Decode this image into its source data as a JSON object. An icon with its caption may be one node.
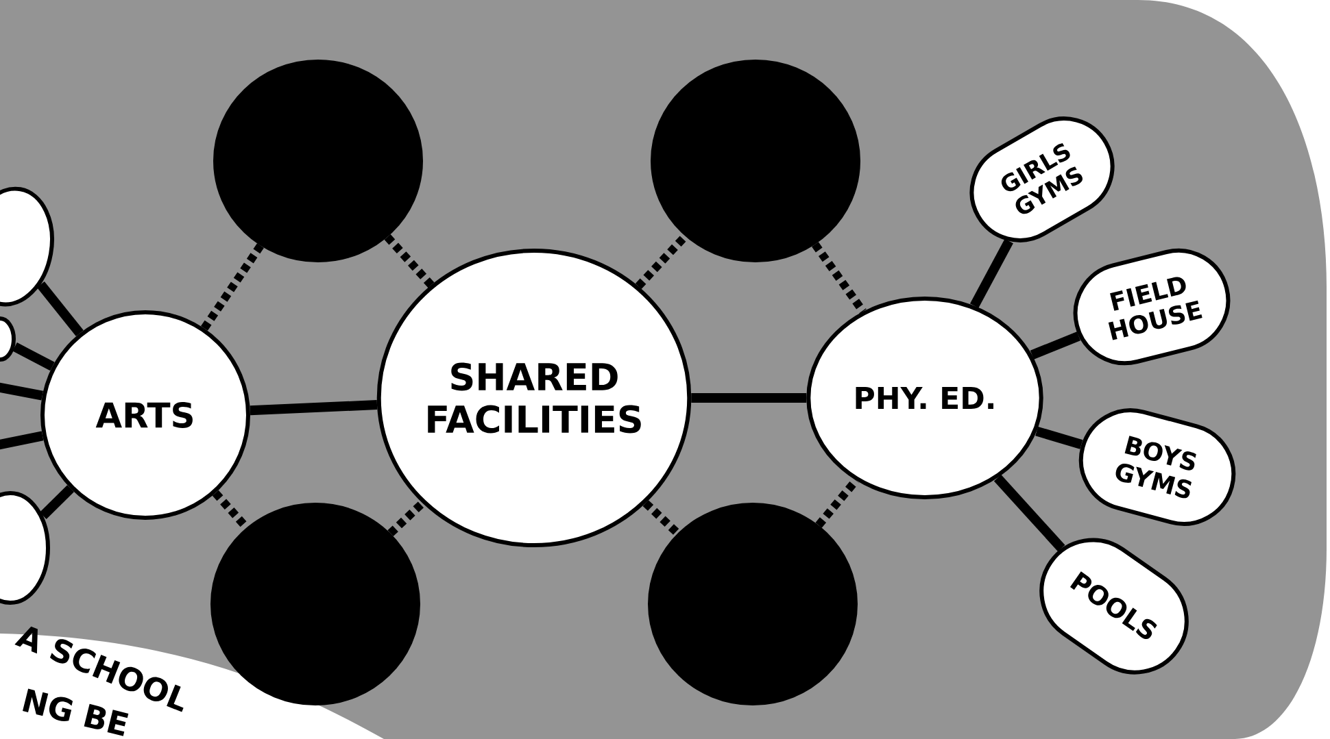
{
  "diagram": {
    "nodes": [
      {
        "text": [
          "ARTS"
        ]
      },
      {
        "text": [
          "SHARED FACILITIES"
        ]
      },
      {
        "text": [
          "PHY. ED."
        ]
      },
      {
        "text": [
          "GIRLS GYMS"
        ]
      },
      {
        "text": [
          "FIELD HOUSE"
        ]
      },
      {
        "text": [
          "BOYS GYMS"
        ]
      },
      {
        "text": [
          "POOLS"
        ]
      },
      {
        "text": [],
        "shape": "circle"
      },
      {
        "text": [],
        "shape": "circle"
      },
      {
        "text": [],
        "shape": "circle"
      },
      {
        "text": [],
        "shape": "circle"
      },
      {
        "text": [],
        "shape": "circle"
      },
      {
        "text": [],
        "shape": "circle"
      },
      {
        "text": [],
        "shape": "circle"
      }
    ],
    "edges": [
      {
        "from": 0,
        "to": 1,
        "arrow": "none"
      },
      {
        "from": 1,
        "to": 2,
        "arrow": "none"
      },
      {
        "from": 2,
        "to": 3,
        "arrow": "none"
      },
      {
        "from": 2,
        "to": 4,
        "arrow": "none"
      },
      {
        "from": 2,
        "to": 5,
        "arrow": "none"
      },
      {
        "from": 2,
        "to": 6,
        "arrow": "none"
      },
      {
        "from": 0,
        "to": 7,
        "arrow": "none",
        "style": "dashed"
      },
      {
        "from": 7,
        "to": 1,
        "arrow": "none",
        "style": "dashed"
      },
      {
        "from": 1,
        "to": 8,
        "arrow": "none",
        "style": "dashed"
      },
      {
        "from": 8,
        "to": 2,
        "arrow": "none",
        "style": "dashed"
      },
      {
        "from": 0,
        "to": 9,
        "arrow": "none",
        "style": "dashed"
      },
      {
        "from": 9,
        "to": 1,
        "arrow": "none",
        "style": "dashed"
      },
      {
        "from": 1,
        "to": 10,
        "arrow": "none",
        "style": "dashed"
      },
      {
        "from": 10,
        "to": 2,
        "arrow": "none",
        "style": "dashed"
      },
      {
        "from": 0,
        "to": 11,
        "arrow": "none"
      },
      {
        "from": 0,
        "to": 12,
        "arrow": "none"
      },
      {
        "from": 0,
        "to": null,
        "arrow": "none"
      },
      {
        "from": 0,
        "to": null,
        "arrow": "none"
      },
      {
        "from": 0,
        "to": 13,
        "arrow": "none"
      }
    ],
    "labels": [
      "A SCHOOL",
      "NG BE"
    ]
  }
}
